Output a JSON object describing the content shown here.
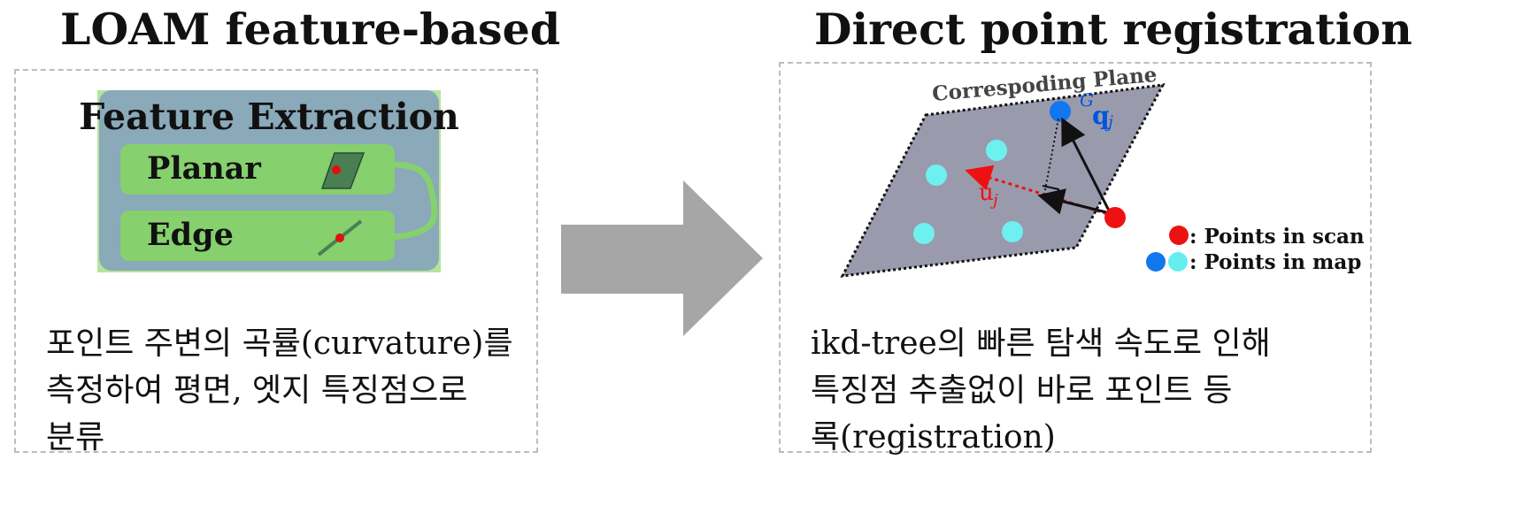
{
  "left": {
    "title": "LOAM feature-based",
    "box_title": "Feature Extraction",
    "items": [
      {
        "label": "Planar",
        "icon": "plane-with-point-icon"
      },
      {
        "label": "Edge",
        "icon": "line-with-point-icon"
      }
    ],
    "description_lines": [
      "포인트 주변의 곡률(curvature)를",
      "측정하여 평면, 엣지 특징점으로",
      "분류"
    ],
    "colors": {
      "box_bg": "#8aa9b9",
      "item_bg": "#86d06e",
      "box_border": "#b6e59a",
      "point": "#e01010",
      "shape": "#4a7f53"
    }
  },
  "arrow": {
    "color": "#a6a6a6"
  },
  "right": {
    "title": "Direct point registration",
    "plane_label": "Correspoding Plane",
    "q_label": "q",
    "q_superscript": "G",
    "q_subscript": "j",
    "u_label": "u",
    "u_subscript": "j",
    "legend": [
      {
        "label": ": Points in scan",
        "dots": [
          "#ee1111"
        ]
      },
      {
        "label": ": Points in map",
        "dots": [
          "#1177ee",
          "#66eeee"
        ]
      }
    ],
    "description_lines": [
      "ikd-tree의 빠른 탐색 속도로 인해",
      "특징점 추출없이 바로 포인트 등",
      "록(registration)"
    ],
    "colors": {
      "plane": "#9a9aad",
      "map_point": "#6ff0f0",
      "map_point_dark": "#1177ee",
      "scan_point": "#ee1111",
      "arrow_u": "#ee1111",
      "arrow_q": "#0055dd"
    }
  }
}
